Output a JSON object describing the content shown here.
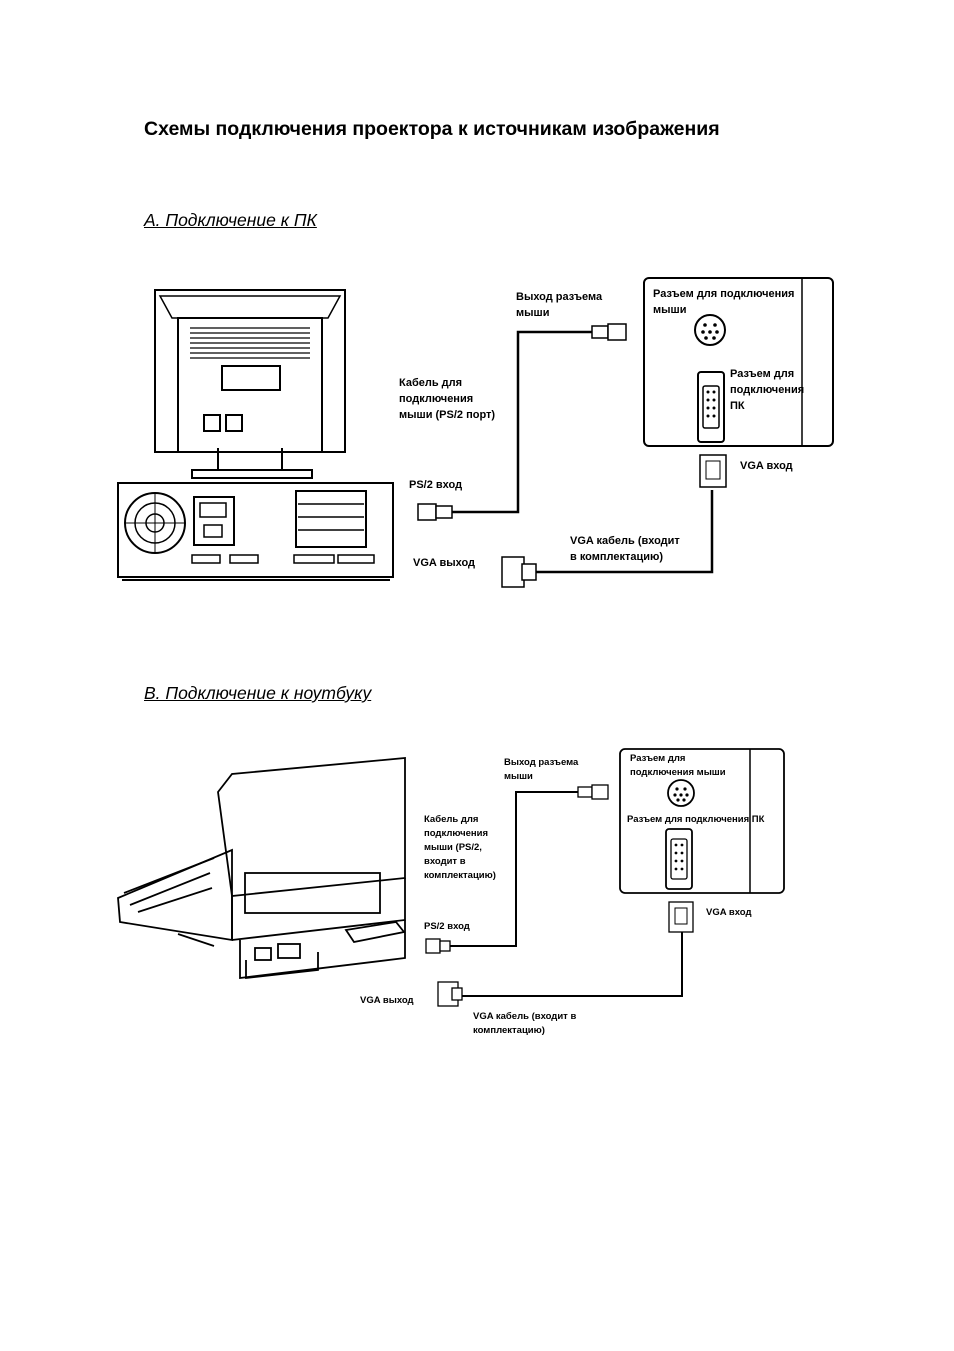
{
  "document": {
    "title": "Схемы подключения проектора к источникам изображения",
    "section_a": {
      "heading": "A. Подключение к ПК"
    },
    "section_b": {
      "heading": "B. Подключение к ноутбуку"
    }
  },
  "diagram_a": {
    "mouse_out": [
      "Выход разъема",
      "мыши"
    ],
    "mouse_port": [
      "Разъем для подключения",
      "мыши"
    ],
    "pc_port": [
      "Разъем для",
      "подключения",
      " ПК"
    ],
    "mouse_cable": [
      "Кабель для",
      "подключения",
      "мыши (PS/2 порт)"
    ],
    "vga_in": "VGA вход",
    "ps2_in": "PS/2 вход",
    "vga_cable": [
      "VGA кабель (входит",
      "в комплектацию)"
    ],
    "vga_out": "VGA выход"
  },
  "diagram_b": {
    "mouse_out": [
      "Выход разъема",
      "мыши"
    ],
    "mouse_port": [
      "Разъем для",
      " подключения мыши"
    ],
    "pc_port": "Разъем для подключения ПК",
    "mouse_cable": [
      "Кабель для",
      "подключения",
      "мыши (PS/2,",
      "входит в",
      "комплектацию)"
    ],
    "vga_in": "VGA вход",
    "ps2_in": "PS/2 вход",
    "vga_out": "VGA выход",
    "vga_cable": [
      "VGA кабель (входит в",
      "комплектацию)"
    ]
  }
}
